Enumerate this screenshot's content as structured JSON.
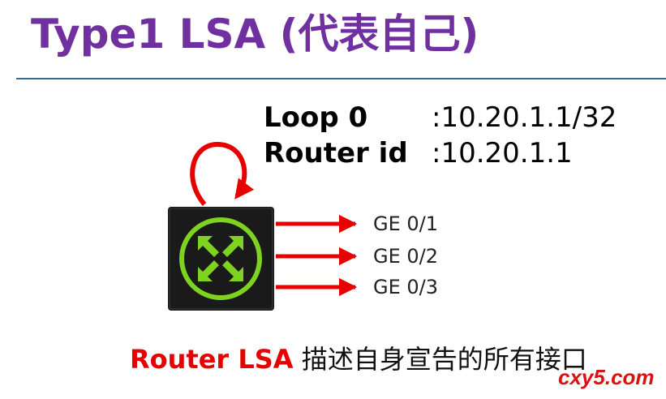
{
  "title": "Type1 LSA (代表自己)",
  "router_info": {
    "loop_label": "Loop 0",
    "loop_value": ":10.20.1.1/32",
    "router_id_label": "Router id",
    "router_id_value": ":10.20.1.1"
  },
  "interfaces": [
    "GE 0/1",
    "GE 0/2",
    "GE 0/3"
  ],
  "caption": {
    "keyword": "Router LSA",
    "text": " 描述自身宣告的所有接口"
  },
  "watermark": "cxy5.com",
  "colors": {
    "title": "#7030a0",
    "arrow": "#e60000",
    "router_body": "#1a1a1a",
    "router_icon": "#7ed321"
  },
  "icons": {
    "router": "router-icon",
    "loopback": "loopback-arrow-icon"
  }
}
